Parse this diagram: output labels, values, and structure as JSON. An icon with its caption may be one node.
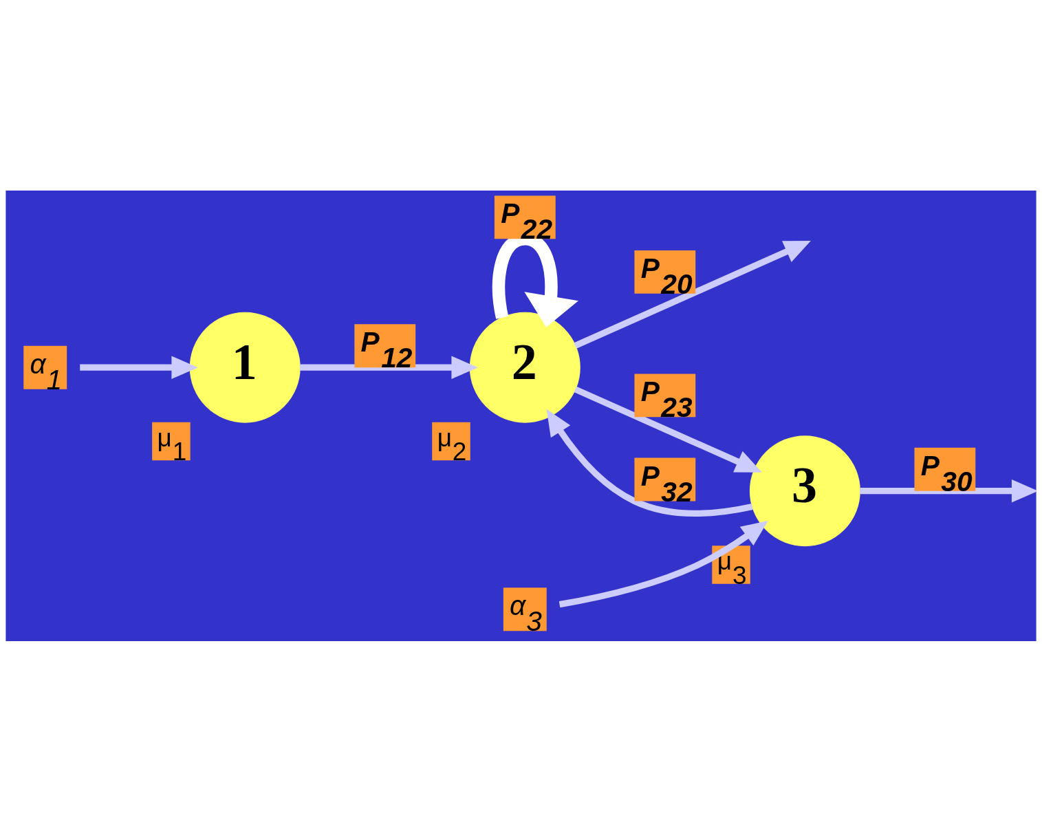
{
  "diagram": {
    "nodes": [
      {
        "text": [
          "α$_{1}$"
        ]
      },
      {
        "text": [
          "1"
        ],
        "beside": [
          "μ$_{1}$"
        ]
      },
      {
        "text": [
          "2"
        ],
        "beside": [
          "μ$_{2}$"
        ]
      },
      {
        "text": [
          "3"
        ],
        "beside": [
          "μ$_{3}$"
        ]
      },
      {
        "text": [
          "α$_{3}$"
        ]
      }
    ],
    "edges": [
      {
        "from": 0,
        "to": 1,
        "arrow": "to"
      },
      {
        "from": 1,
        "to": 2,
        "arrow": "to",
        "label": "P$_{12}$"
      },
      {
        "from": 2,
        "to": 2,
        "arrow": "to",
        "label": "P$_{22}$",
        "style": "thick",
        "color": "#ffffff"
      },
      {
        "from": 2,
        "to": null,
        "arrow": "to",
        "label": "P$_{20}$"
      },
      {
        "from": 2,
        "to": 3,
        "arrow": "to",
        "label": "P$_{23}$"
      },
      {
        "from": 3,
        "to": 2,
        "arrow": "to",
        "label": "P$_{32}$"
      },
      {
        "from": 3,
        "to": null,
        "arrow": "to",
        "label": "P$_{30}$"
      },
      {
        "from": 4,
        "to": 3,
        "arrow": "to"
      }
    ]
  }
}
